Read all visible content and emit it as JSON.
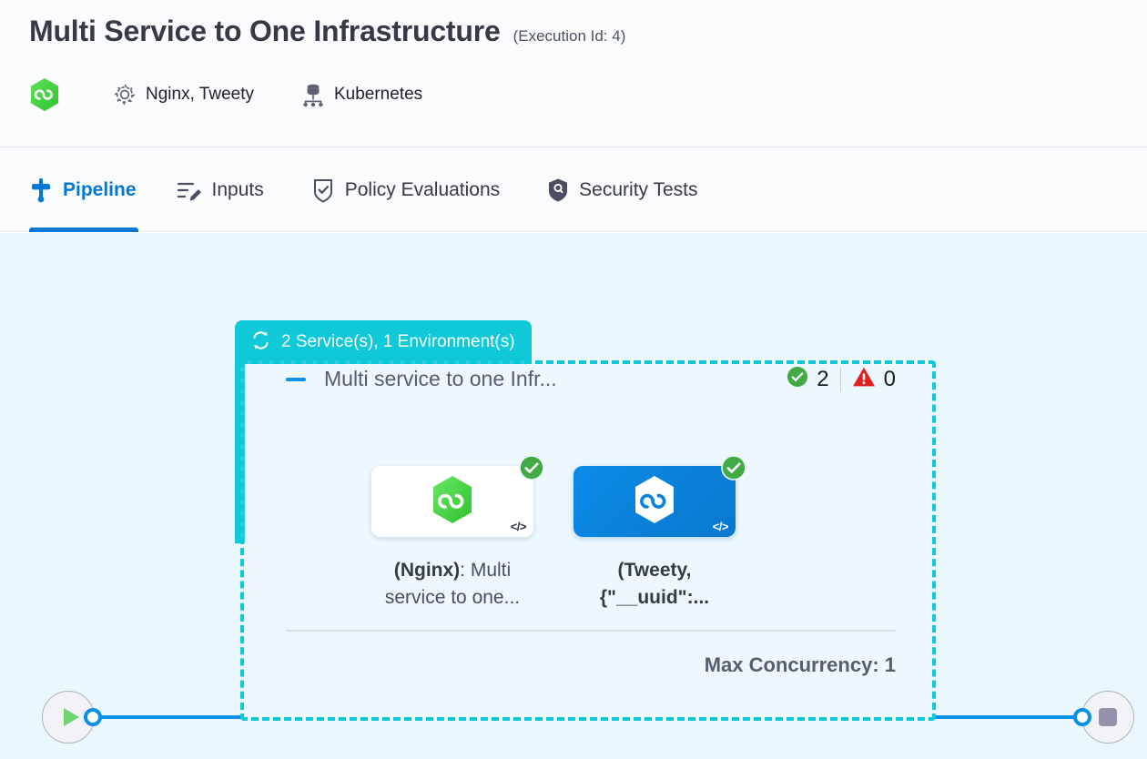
{
  "header": {
    "title": "Multi Service to One Infrastructure",
    "execution_id_label": "(Execution Id: 4)",
    "brand_icon": "harness-hexagon-icon",
    "services": {
      "icon": "gear-icon",
      "text": "Nginx, Tweety"
    },
    "infrastructure": {
      "icon": "kubernetes-server-icon",
      "text": "Kubernetes"
    }
  },
  "tabs": [
    {
      "label": "Pipeline",
      "icon": "pipeline-icon",
      "active": true
    },
    {
      "label": "Inputs",
      "icon": "inputs-edit-icon",
      "active": false
    },
    {
      "label": "Policy Evaluations",
      "icon": "policy-shield-check-icon",
      "active": false
    },
    {
      "label": "Security Tests",
      "icon": "security-shield-icon",
      "active": false
    }
  ],
  "canvas": {
    "background_color": "#eaf8fd",
    "start_node": {
      "icon": "play-icon"
    },
    "end_node": {
      "icon": "stop-icon"
    },
    "edge_color": "#0b90e6"
  },
  "stage_group": {
    "tab_label": "2 Service(s), 1 Environment(s)",
    "tab_icon": "matrix-loop-icon",
    "accent_color": "#0fc9d8",
    "collapse_icon": "minus-collapse-icon",
    "title": "Multi service to one Infr...",
    "status": {
      "success_icon": "check-circle-icon",
      "success_count": "2",
      "success_color": "#42ab44",
      "warning_icon": "warning-triangle-icon",
      "warning_count": "0",
      "warning_color": "#e02020"
    },
    "cards": [
      {
        "status_icon": "check-circle-icon",
        "code_badge": "</>",
        "logo_icon": "harness-hexagon-icon",
        "label_bold": "(Nginx)",
        "label_rest": ": Multi service to one..."
      },
      {
        "status_icon": "check-circle-icon",
        "code_badge": "</>",
        "logo_icon": "harness-hexagon-white-icon",
        "label_bold": "(Tweety, {\"__uuid\":...",
        "label_rest": ""
      }
    ],
    "max_concurrency": "Max Concurrency: 1"
  }
}
